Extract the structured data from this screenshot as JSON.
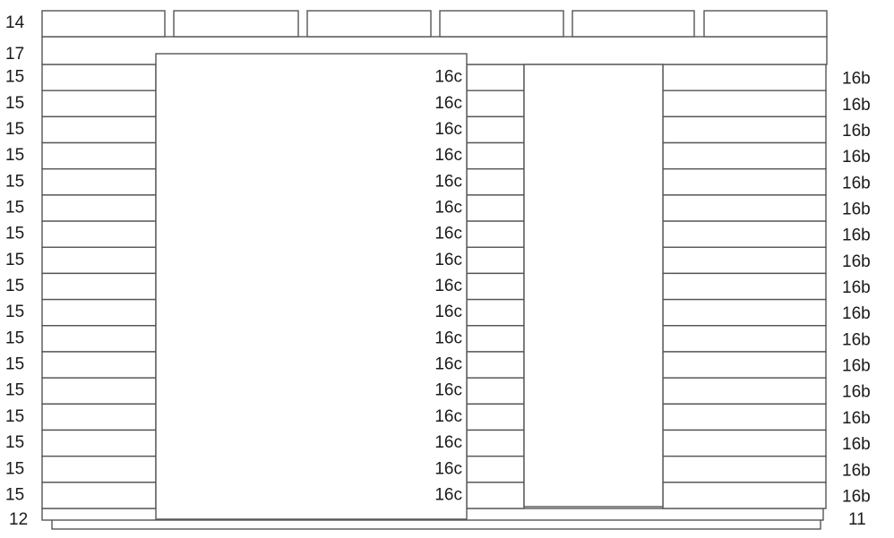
{
  "diagram": {
    "labels": {
      "top_tiles": "14",
      "top_band": "17",
      "left_course": "15",
      "middle_course": "16c",
      "right_course": "16b",
      "bottom_left": "12",
      "bottom_right": "11"
    },
    "course_count": 17,
    "top_tile_count": 6,
    "colors": {
      "line": "#555555",
      "background": "#ffffff",
      "text": "#1a1a1a"
    }
  }
}
